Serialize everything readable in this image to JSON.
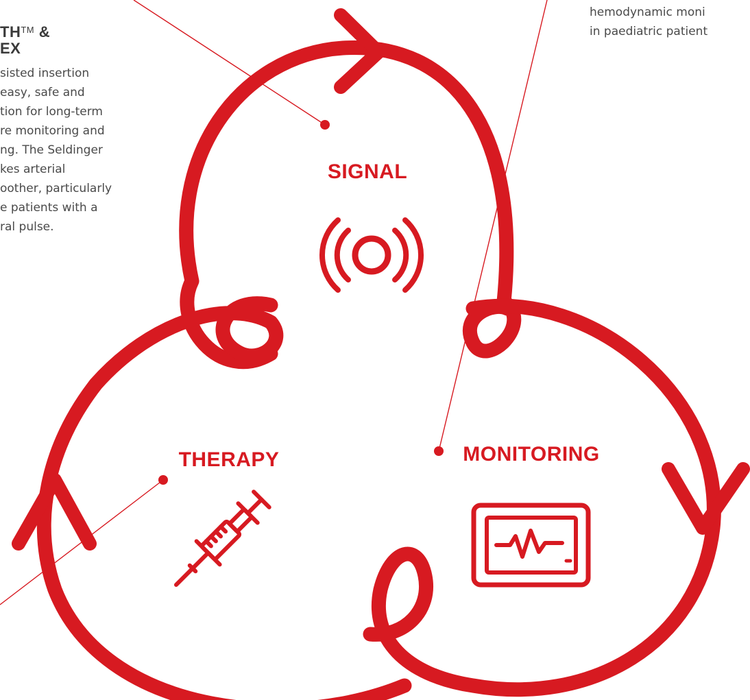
{
  "colors": {
    "accent": "#d71a21",
    "body_text": "#4a4a4a",
    "heading_text": "#3a3a3a"
  },
  "left_copy": {
    "heading_line1": "TH",
    "heading_tm": "TM",
    "heading_amp": " &",
    "heading_line2": "EX",
    "body_lines": [
      "sisted insertion",
      " easy, safe and",
      "tion for long-term",
      "re monitoring and",
      "ng.  The Seldinger",
      "kes arterial",
      "oother, particularly",
      "e patients with a",
      "ral pulse."
    ]
  },
  "right_copy": {
    "lines": [
      "hemodynamic moni",
      "in paediatric patient"
    ]
  },
  "sections": {
    "signal": {
      "label": "SIGNAL",
      "icon": "signal-broadcast-icon"
    },
    "therapy": {
      "label": "THERAPY",
      "icon": "syringe-icon"
    },
    "monitoring": {
      "label": "MONITORING",
      "icon": "monitor-ecg-icon"
    }
  }
}
